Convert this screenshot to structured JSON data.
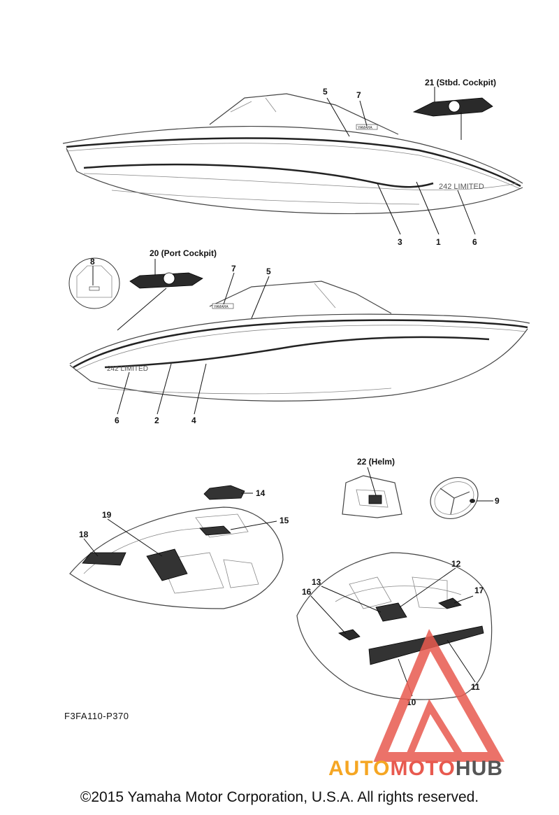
{
  "callouts": [
    {
      "id": "c1",
      "text": "1"
    },
    {
      "id": "c2",
      "text": "2"
    },
    {
      "id": "c3",
      "text": "3"
    },
    {
      "id": "c4",
      "text": "4"
    },
    {
      "id": "c5a",
      "text": "5"
    },
    {
      "id": "c5b",
      "text": "5"
    },
    {
      "id": "c6a",
      "text": "6"
    },
    {
      "id": "c6b",
      "text": "6"
    },
    {
      "id": "c7a",
      "text": "7"
    },
    {
      "id": "c7b",
      "text": "7"
    },
    {
      "id": "c8",
      "text": "8"
    },
    {
      "id": "c9",
      "text": "9"
    },
    {
      "id": "c10",
      "text": "10"
    },
    {
      "id": "c11",
      "text": "11"
    },
    {
      "id": "c12",
      "text": "12"
    },
    {
      "id": "c13",
      "text": "13"
    },
    {
      "id": "c14",
      "text": "14"
    },
    {
      "id": "c15",
      "text": "15"
    },
    {
      "id": "c16",
      "text": "16"
    },
    {
      "id": "c17",
      "text": "17"
    },
    {
      "id": "c18",
      "text": "18"
    },
    {
      "id": "c19",
      "text": "19"
    }
  ],
  "captions": {
    "stbd_cockpit": "21  (Stbd. Cockpit)",
    "port_cockpit": "20 (Port Cockpit)",
    "helm": "22  (Helm)"
  },
  "decal_text": {
    "model_upper": "242 LIMITED",
    "model_lower": "242 LIMITED",
    "brand_upper": "YAMAHA",
    "brand_lower": "YAMAHA"
  },
  "diagram_code": "F3FA110-P370",
  "copyright": "©2015 Yamaha Motor Corporation, U.S.A. All rights reserved.",
  "watermark": {
    "part1": "AUTO",
    "part2": "MOTO",
    "part3": "HUB",
    "colors": {
      "orange": "#f5a623",
      "red": "#e85a4f",
      "gray": "#555555"
    }
  }
}
